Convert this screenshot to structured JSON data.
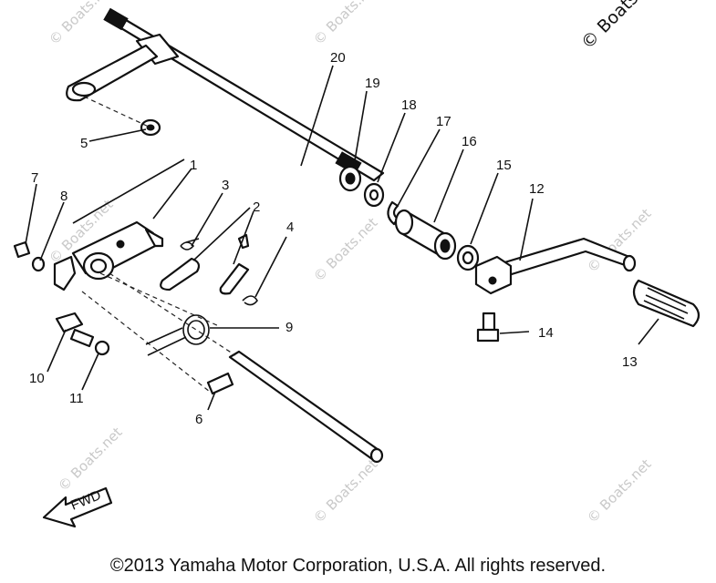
{
  "watermark": "© Boats.net",
  "watermark_corner": "© Boats.net",
  "fwd_label": "FWD",
  "labels": [
    "1",
    "2",
    "3",
    "4",
    "5",
    "6",
    "7",
    "8",
    "9",
    "10",
    "11",
    "12",
    "13",
    "14",
    "15",
    "16",
    "17",
    "18",
    "19",
    "20"
  ],
  "copyright": "©2013 Yamaha Motor Corporation, U.S.A. All rights reserved."
}
